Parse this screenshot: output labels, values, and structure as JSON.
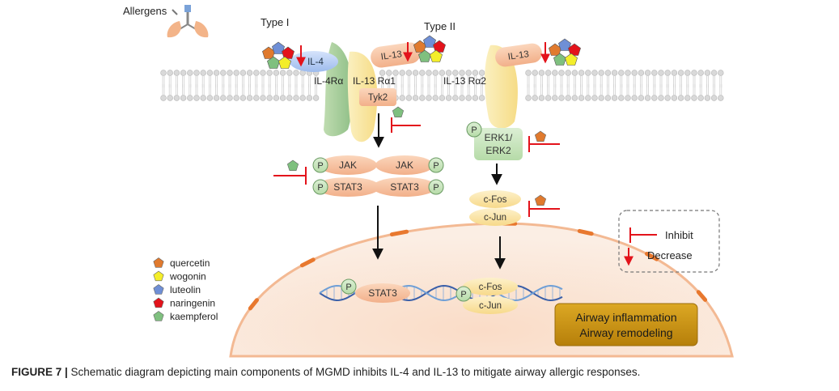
{
  "diagram": {
    "allergens_label": "Allergens",
    "type1_label": "Type I",
    "type2_label": "Type II",
    "receptor_il4ra": "IL-4Rα",
    "receptor_il13ra1": "IL-13 Rα1",
    "receptor_il13ra2": "IL-13 Rα2",
    "tyk2": "Tyk2",
    "il4": "IL-4",
    "il13": "IL-13",
    "jak": "JAK",
    "stat3": "STAT3",
    "p": "P",
    "erk_line1": "ERK1/",
    "erk_line2": "ERK2",
    "cfos": "c-Fos",
    "cjun": "c-Jun",
    "legend_inhibit": "Inhibit",
    "legend_decrease": "Decrease",
    "outcome_line1": "Airway inflammation",
    "outcome_line2": "Airway remodeling",
    "compounds": [
      {
        "name": "quercetin",
        "color": "#e07a2e"
      },
      {
        "name": "wogonin",
        "color": "#f4ee2a"
      },
      {
        "name": "luteolin",
        "color": "#6f8fd6"
      },
      {
        "name": "naringenin",
        "color": "#e3131b"
      },
      {
        "name": "kaempferol",
        "color": "#7fc07f"
      }
    ]
  },
  "caption": {
    "label": "FIGURE 7 |",
    "text": " Schematic diagram depicting main components of MGMD inhibits IL-4 and IL-13 to mitigate airway allergic responses."
  },
  "colors": {
    "inhibit_red": "#e3131b",
    "nucleus_fill": "#fbe3d3",
    "nucleus_border": "#e8782e",
    "jak_stat_fill": "#f6c6a6",
    "erk_fill": "#cde7c3",
    "cfos_fill": "#fbe7b0",
    "receptor_yellow": "#fbeaa8",
    "outcome_fill": "#c9930f"
  }
}
